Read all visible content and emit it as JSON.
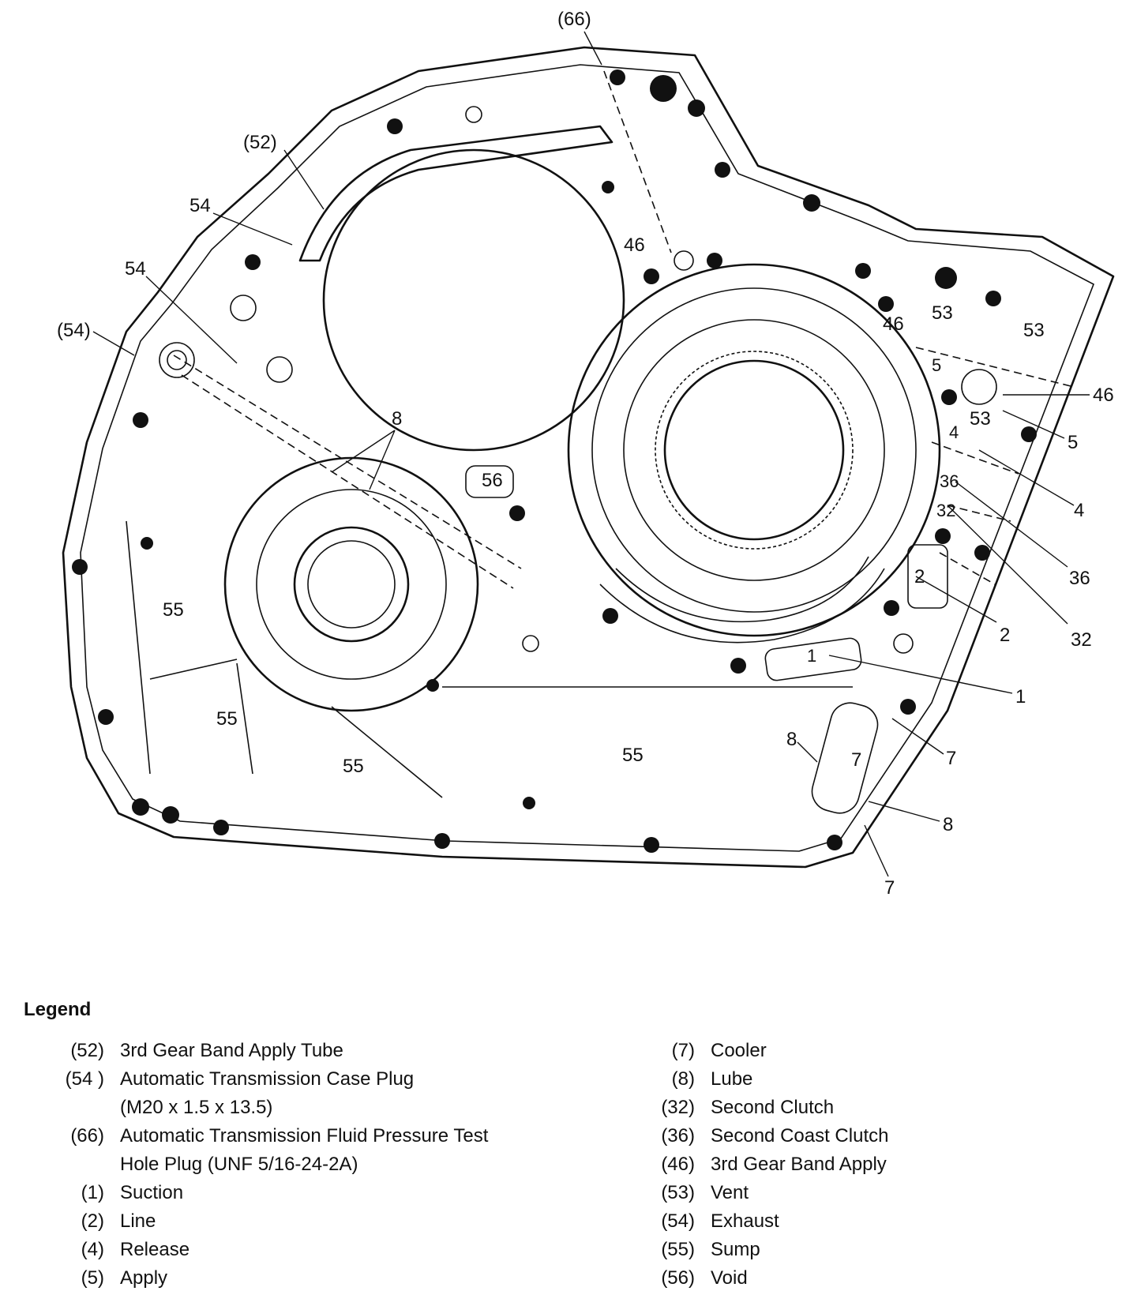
{
  "diagram": {
    "callouts": [
      {
        "id": "c66",
        "text": "(66)"
      },
      {
        "id": "c52",
        "text": "(52)"
      },
      {
        "id": "c54a",
        "text": "54"
      },
      {
        "id": "c54b",
        "text": "54"
      },
      {
        "id": "c54p",
        "text": "(54)"
      },
      {
        "id": "c8a",
        "text": "8"
      },
      {
        "id": "c46a",
        "text": "46"
      },
      {
        "id": "c56",
        "text": "56"
      },
      {
        "id": "c55a",
        "text": "55"
      },
      {
        "id": "c55b",
        "text": "55"
      },
      {
        "id": "c55c",
        "text": "55"
      },
      {
        "id": "c55d",
        "text": "55"
      },
      {
        "id": "c53a",
        "text": "53"
      },
      {
        "id": "c53b",
        "text": "53"
      },
      {
        "id": "c53c",
        "text": "53"
      },
      {
        "id": "c46b",
        "text": "46"
      },
      {
        "id": "c5in",
        "text": "5"
      },
      {
        "id": "c4in",
        "text": "4"
      },
      {
        "id": "c36in",
        "text": "36"
      },
      {
        "id": "c32in",
        "text": "32"
      },
      {
        "id": "c2in",
        "text": "2"
      },
      {
        "id": "c1in",
        "text": "1"
      },
      {
        "id": "c7in",
        "text": "7"
      },
      {
        "id": "c8b",
        "text": "8"
      },
      {
        "id": "r46",
        "text": "46"
      },
      {
        "id": "r5",
        "text": "5"
      },
      {
        "id": "r4",
        "text": "4"
      },
      {
        "id": "r36",
        "text": "36"
      },
      {
        "id": "r2",
        "text": "2"
      },
      {
        "id": "r32",
        "text": "32"
      },
      {
        "id": "r1",
        "text": "1"
      },
      {
        "id": "r7a",
        "text": "7"
      },
      {
        "id": "r8",
        "text": "8"
      },
      {
        "id": "r7b",
        "text": "7"
      }
    ]
  },
  "legend": {
    "title": "Legend",
    "left": [
      {
        "code": "(52)",
        "desc": "3rd Gear Band Apply Tube"
      },
      {
        "code": "(54 )",
        "desc": "Automatic Transmission Case Plug\n(M20 x 1.5 x 13.5)"
      },
      {
        "code": "(66)",
        "desc": "Automatic Transmission Fluid Pressure Test\nHole Plug (UNF 5/16-24-2A)"
      },
      {
        "code": "(1)",
        "desc": "Suction"
      },
      {
        "code": "(2)",
        "desc": "Line"
      },
      {
        "code": "(4)",
        "desc": "Release"
      },
      {
        "code": "(5)",
        "desc": "Apply"
      }
    ],
    "right": [
      {
        "code": "(7)",
        "desc": "Cooler"
      },
      {
        "code": "(8)",
        "desc": "Lube"
      },
      {
        "code": "(32)",
        "desc": "Second Clutch"
      },
      {
        "code": "(36)",
        "desc": "Second Coast Clutch"
      },
      {
        "code": "(46)",
        "desc": "3rd Gear Band Apply"
      },
      {
        "code": "(53)",
        "desc": "Vent"
      },
      {
        "code": "(54)",
        "desc": "Exhaust"
      },
      {
        "code": "(55)",
        "desc": "Sump"
      },
      {
        "code": "(56)",
        "desc": "Void"
      }
    ]
  }
}
